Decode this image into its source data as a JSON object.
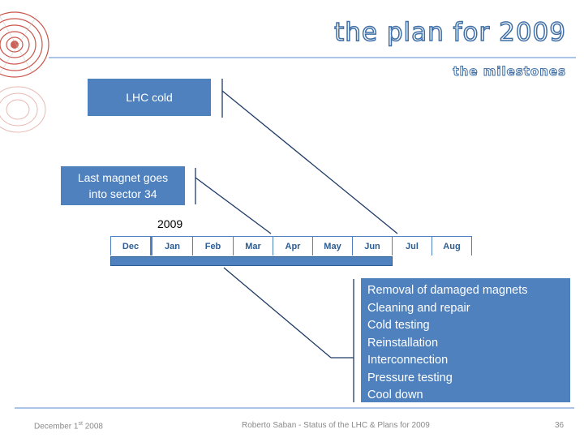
{
  "header": {
    "title": "the plan for 2009",
    "subtitle": "the milestones"
  },
  "milestones": {
    "lhc_cold": "LHC cold",
    "last_magnet_line1": "Last magnet goes",
    "last_magnet_line2": "into sector 34"
  },
  "timeline": {
    "year": "2009",
    "months": [
      "Dec",
      "Jan",
      "Feb",
      "Mar",
      "Apr",
      "May",
      "Jun",
      "Jul",
      "Aug"
    ]
  },
  "tasks": [
    "Removal of damaged magnets",
    "Cleaning and repair",
    "Cold testing",
    "Reinstallation",
    "Interconnection",
    "Pressure testing",
    "Cool down"
  ],
  "footer": {
    "date_prefix": "December 1",
    "date_sup": "st",
    "date_suffix": " 2008",
    "center": "Roberto Saban - Status of the LHC & Plans for 2009",
    "page": "36"
  },
  "colors": {
    "box_fill": "#4e81bd",
    "title_outline": "#3f6fa6",
    "rule": "#a9c4e6"
  }
}
